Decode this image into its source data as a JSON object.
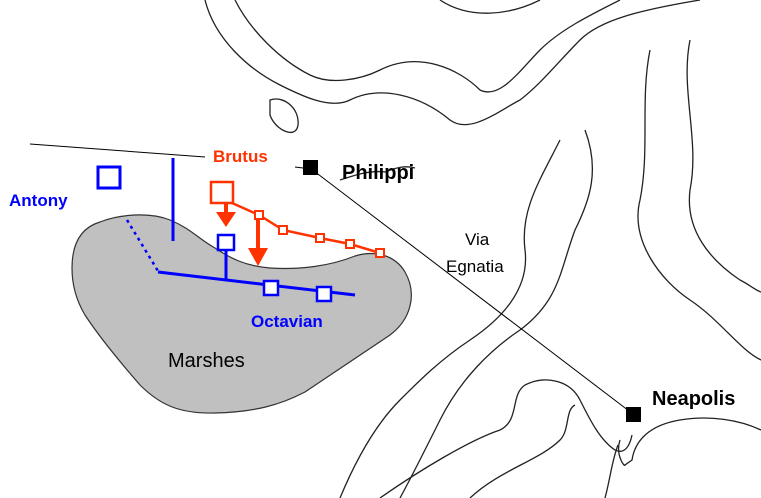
{
  "labels": {
    "brutus": "Brutus",
    "antony": "Antony",
    "octavian": "Octavian",
    "philippi": "Philippi",
    "neapolis": "Neapolis",
    "via": "Via",
    "egnatia": "Egnatia",
    "marshes": "Marshes"
  },
  "colors": {
    "brutus": "#ff3300",
    "roman": "#0000ff",
    "marsh": "#c0c0c0",
    "river": "#222222"
  }
}
